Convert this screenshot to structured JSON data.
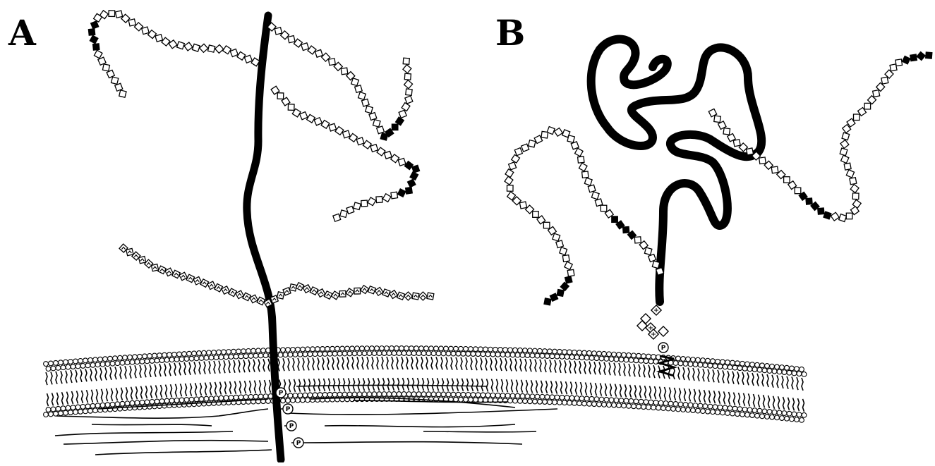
{
  "panels": [
    {
      "label": "A"
    },
    {
      "label": "B"
    }
  ],
  "phosphate_symbol": "P",
  "colors": {
    "ink": "#000000",
    "background": "#ffffff"
  }
}
